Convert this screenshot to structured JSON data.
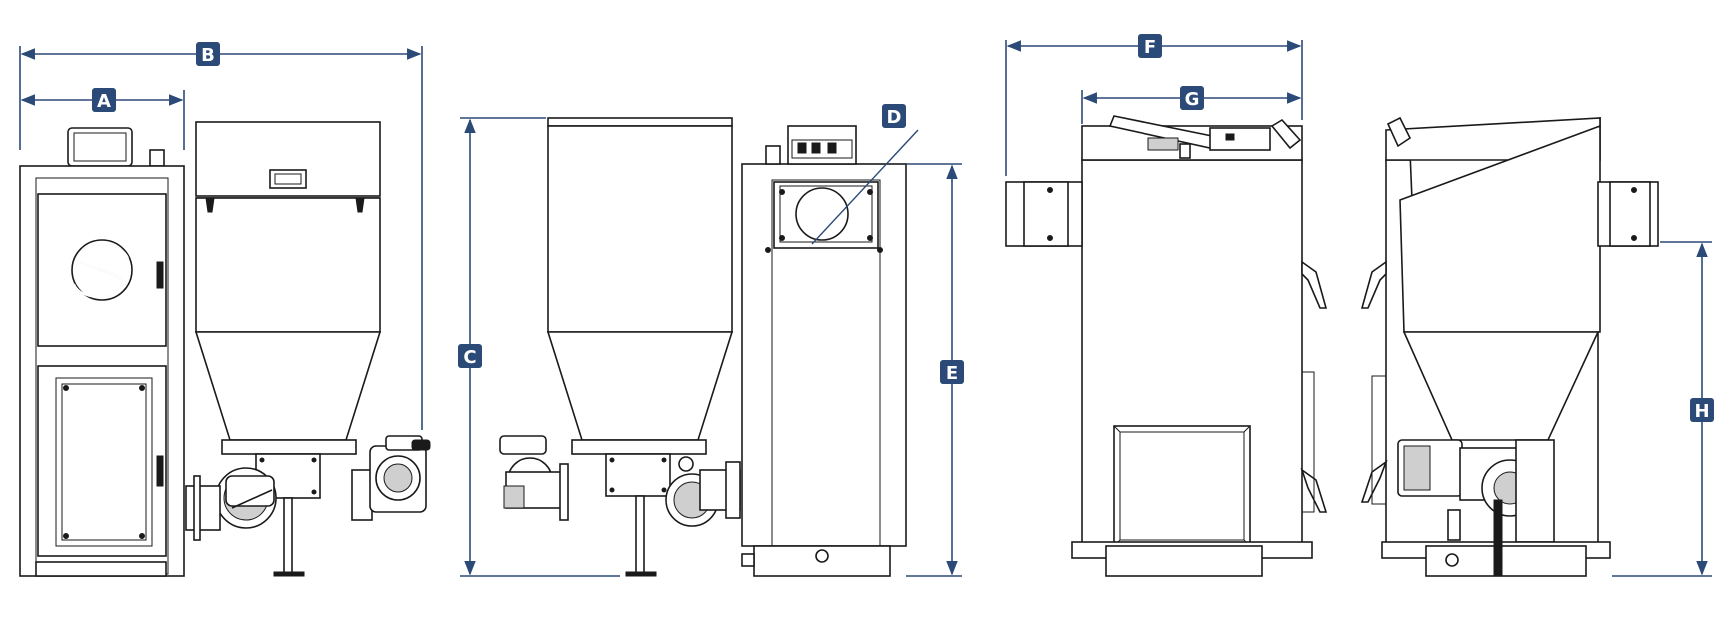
{
  "dimensions": [
    {
      "id": "A",
      "label": "A"
    },
    {
      "id": "B",
      "label": "B"
    },
    {
      "id": "C",
      "label": "C"
    },
    {
      "id": "D",
      "label": "D"
    },
    {
      "id": "E",
      "label": "E"
    },
    {
      "id": "F",
      "label": "F"
    },
    {
      "id": "G",
      "label": "G"
    },
    {
      "id": "H",
      "label": "H"
    }
  ],
  "colors": {
    "dimension": "#2c4a78",
    "outline": "#1a1a1a",
    "background": "#ffffff"
  },
  "icons": [
    "brand-logo-s-icon"
  ]
}
